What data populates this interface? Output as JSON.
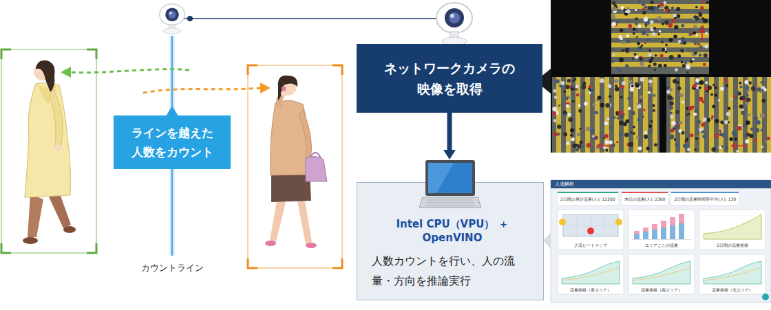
{
  "diagram": {
    "nodes": [
      {
        "text": [
          "ラインを越えた 人数をカウント"
        ]
      },
      {
        "text": [
          "ネットワークカメラの 映像を取得"
        ]
      },
      {
        "text": [
          "Intel CPU（VPU） ＋ OpenVINO",
          "人数カウントを行い、人の流量・方向を推論実行"
        ]
      }
    ],
    "edges": [
      {
        "from": 1,
        "to": 2,
        "arrow": "to"
      }
    ],
    "labels": [
      "カウントライン",
      "人流解析",
      "2日間の累計流量(人): 12300",
      "本日の流量(人): 2300",
      "2日間の流量時間帯平均(人): 130",
      "入流ヒートマップ",
      "エリアごとの流量",
      "2日間の流量推移",
      "流量推移（東エリア）",
      "流量推移（西エリア）",
      "流量推移（北エリア）"
    ]
  }
}
